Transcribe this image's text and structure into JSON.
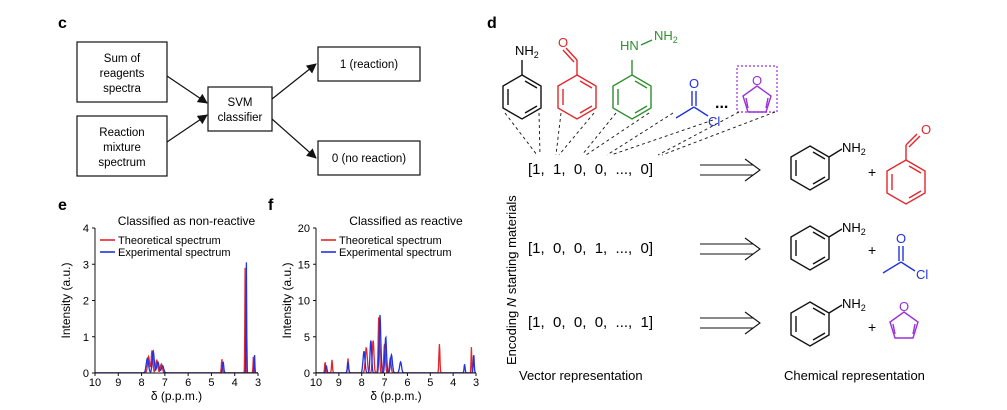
{
  "panels": {
    "c": "c",
    "d": "d",
    "e": "e",
    "f": "f"
  },
  "flow": {
    "reagents_box": [
      "Sum of",
      "reagents",
      "spectra"
    ],
    "mixture_box": [
      "Reaction",
      "mixture",
      "spectrum"
    ],
    "svm_box": [
      "SVM",
      "classifier"
    ],
    "out_reaction": "1 (reaction)",
    "out_no_reaction": "0 (no reaction)"
  },
  "encoding": {
    "vectors": [
      "[1,  1,  0,  0,  ...,  0]",
      "[1,  0,  0,  1,  ...,  0]",
      "[1,  0,  0,  0,  ...,  1]"
    ],
    "ellipsis": "...",
    "side_label_pre": "Encoding ",
    "side_label_n": "N",
    "side_label_post": " starting materials",
    "vector_label": "Vector representation",
    "chemical_label": "Chemical representation",
    "plus": "+",
    "atoms": {
      "nh2": "NH",
      "nh2_sub": "2",
      "hn": "HN",
      "o": "O",
      "cl": "Cl"
    }
  },
  "colors": {
    "aldehyde": "#e3262b",
    "hydrazine": "#2f8f2f",
    "acyl": "#2233dd",
    "furan": "#9a30d8",
    "theoretical": "#e3262b",
    "experimental": "#2233dd"
  },
  "chart_data": [
    {
      "type": "line",
      "title": "Classified as non-reactive",
      "xlabel": "δ (p.p.m.)",
      "ylabel": "Intensity (a.u.)",
      "xlim": [
        10,
        3
      ],
      "ylim": [
        0,
        4
      ],
      "xticks": [
        10,
        9,
        8,
        7,
        6,
        5,
        4,
        3
      ],
      "yticks": [
        0,
        1,
        2,
        3,
        4
      ],
      "legend": "top-left",
      "series": [
        {
          "name": "Theoretical spectrum",
          "color": "#e3262b",
          "peaks": [
            [
              7.7,
              0.45,
              0.06
            ],
            [
              7.55,
              0.62,
              0.05
            ],
            [
              7.35,
              0.35,
              0.06
            ],
            [
              7.15,
              0.25,
              0.06
            ],
            [
              4.55,
              0.38,
              0.03
            ],
            [
              3.55,
              2.95,
              0.02
            ],
            [
              3.2,
              0.45,
              0.02
            ]
          ]
        },
        {
          "name": "Experimental spectrum",
          "color": "#2233dd",
          "peaks": [
            [
              7.75,
              0.4,
              0.07
            ],
            [
              7.5,
              0.6,
              0.06
            ],
            [
              7.3,
              0.3,
              0.07
            ],
            [
              7.1,
              0.2,
              0.07
            ],
            [
              4.5,
              0.3,
              0.04
            ],
            [
              3.5,
              3.1,
              0.02
            ],
            [
              3.15,
              0.5,
              0.02
            ]
          ]
        }
      ]
    },
    {
      "type": "line",
      "title": "Classified as reactive",
      "xlabel": "δ (p.p.m.)",
      "ylabel": "Intensity (a.u.)",
      "xlim": [
        10,
        3
      ],
      "ylim": [
        0,
        20
      ],
      "xticks": [
        10,
        9,
        8,
        7,
        6,
        5,
        4,
        3
      ],
      "yticks": [
        0,
        5,
        10,
        15,
        20
      ],
      "legend": "top-left",
      "series": [
        {
          "name": "Theoretical spectrum",
          "color": "#e3262b",
          "peaks": [
            [
              9.6,
              1.5,
              0.03
            ],
            [
              9.3,
              1.8,
              0.03
            ],
            [
              8.6,
              2.0,
              0.03
            ],
            [
              7.8,
              3.5,
              0.06
            ],
            [
              7.5,
              4.5,
              0.05
            ],
            [
              7.25,
              7.8,
              0.04
            ],
            [
              7.0,
              4.0,
              0.05
            ],
            [
              6.75,
              2.0,
              0.05
            ],
            [
              4.6,
              4.0,
              0.03
            ],
            [
              3.2,
              3.6,
              0.02
            ]
          ]
        },
        {
          "name": "Experimental spectrum",
          "color": "#2233dd",
          "peaks": [
            [
              9.55,
              1.0,
              0.04
            ],
            [
              8.6,
              1.5,
              0.04
            ],
            [
              7.9,
              3.0,
              0.06
            ],
            [
              7.6,
              4.5,
              0.05
            ],
            [
              7.2,
              8.0,
              0.05
            ],
            [
              6.95,
              5.0,
              0.05
            ],
            [
              6.7,
              2.5,
              0.06
            ],
            [
              6.3,
              1.5,
              0.06
            ],
            [
              3.5,
              1.2,
              0.03
            ],
            [
              3.1,
              2.6,
              0.03
            ]
          ]
        }
      ]
    }
  ]
}
